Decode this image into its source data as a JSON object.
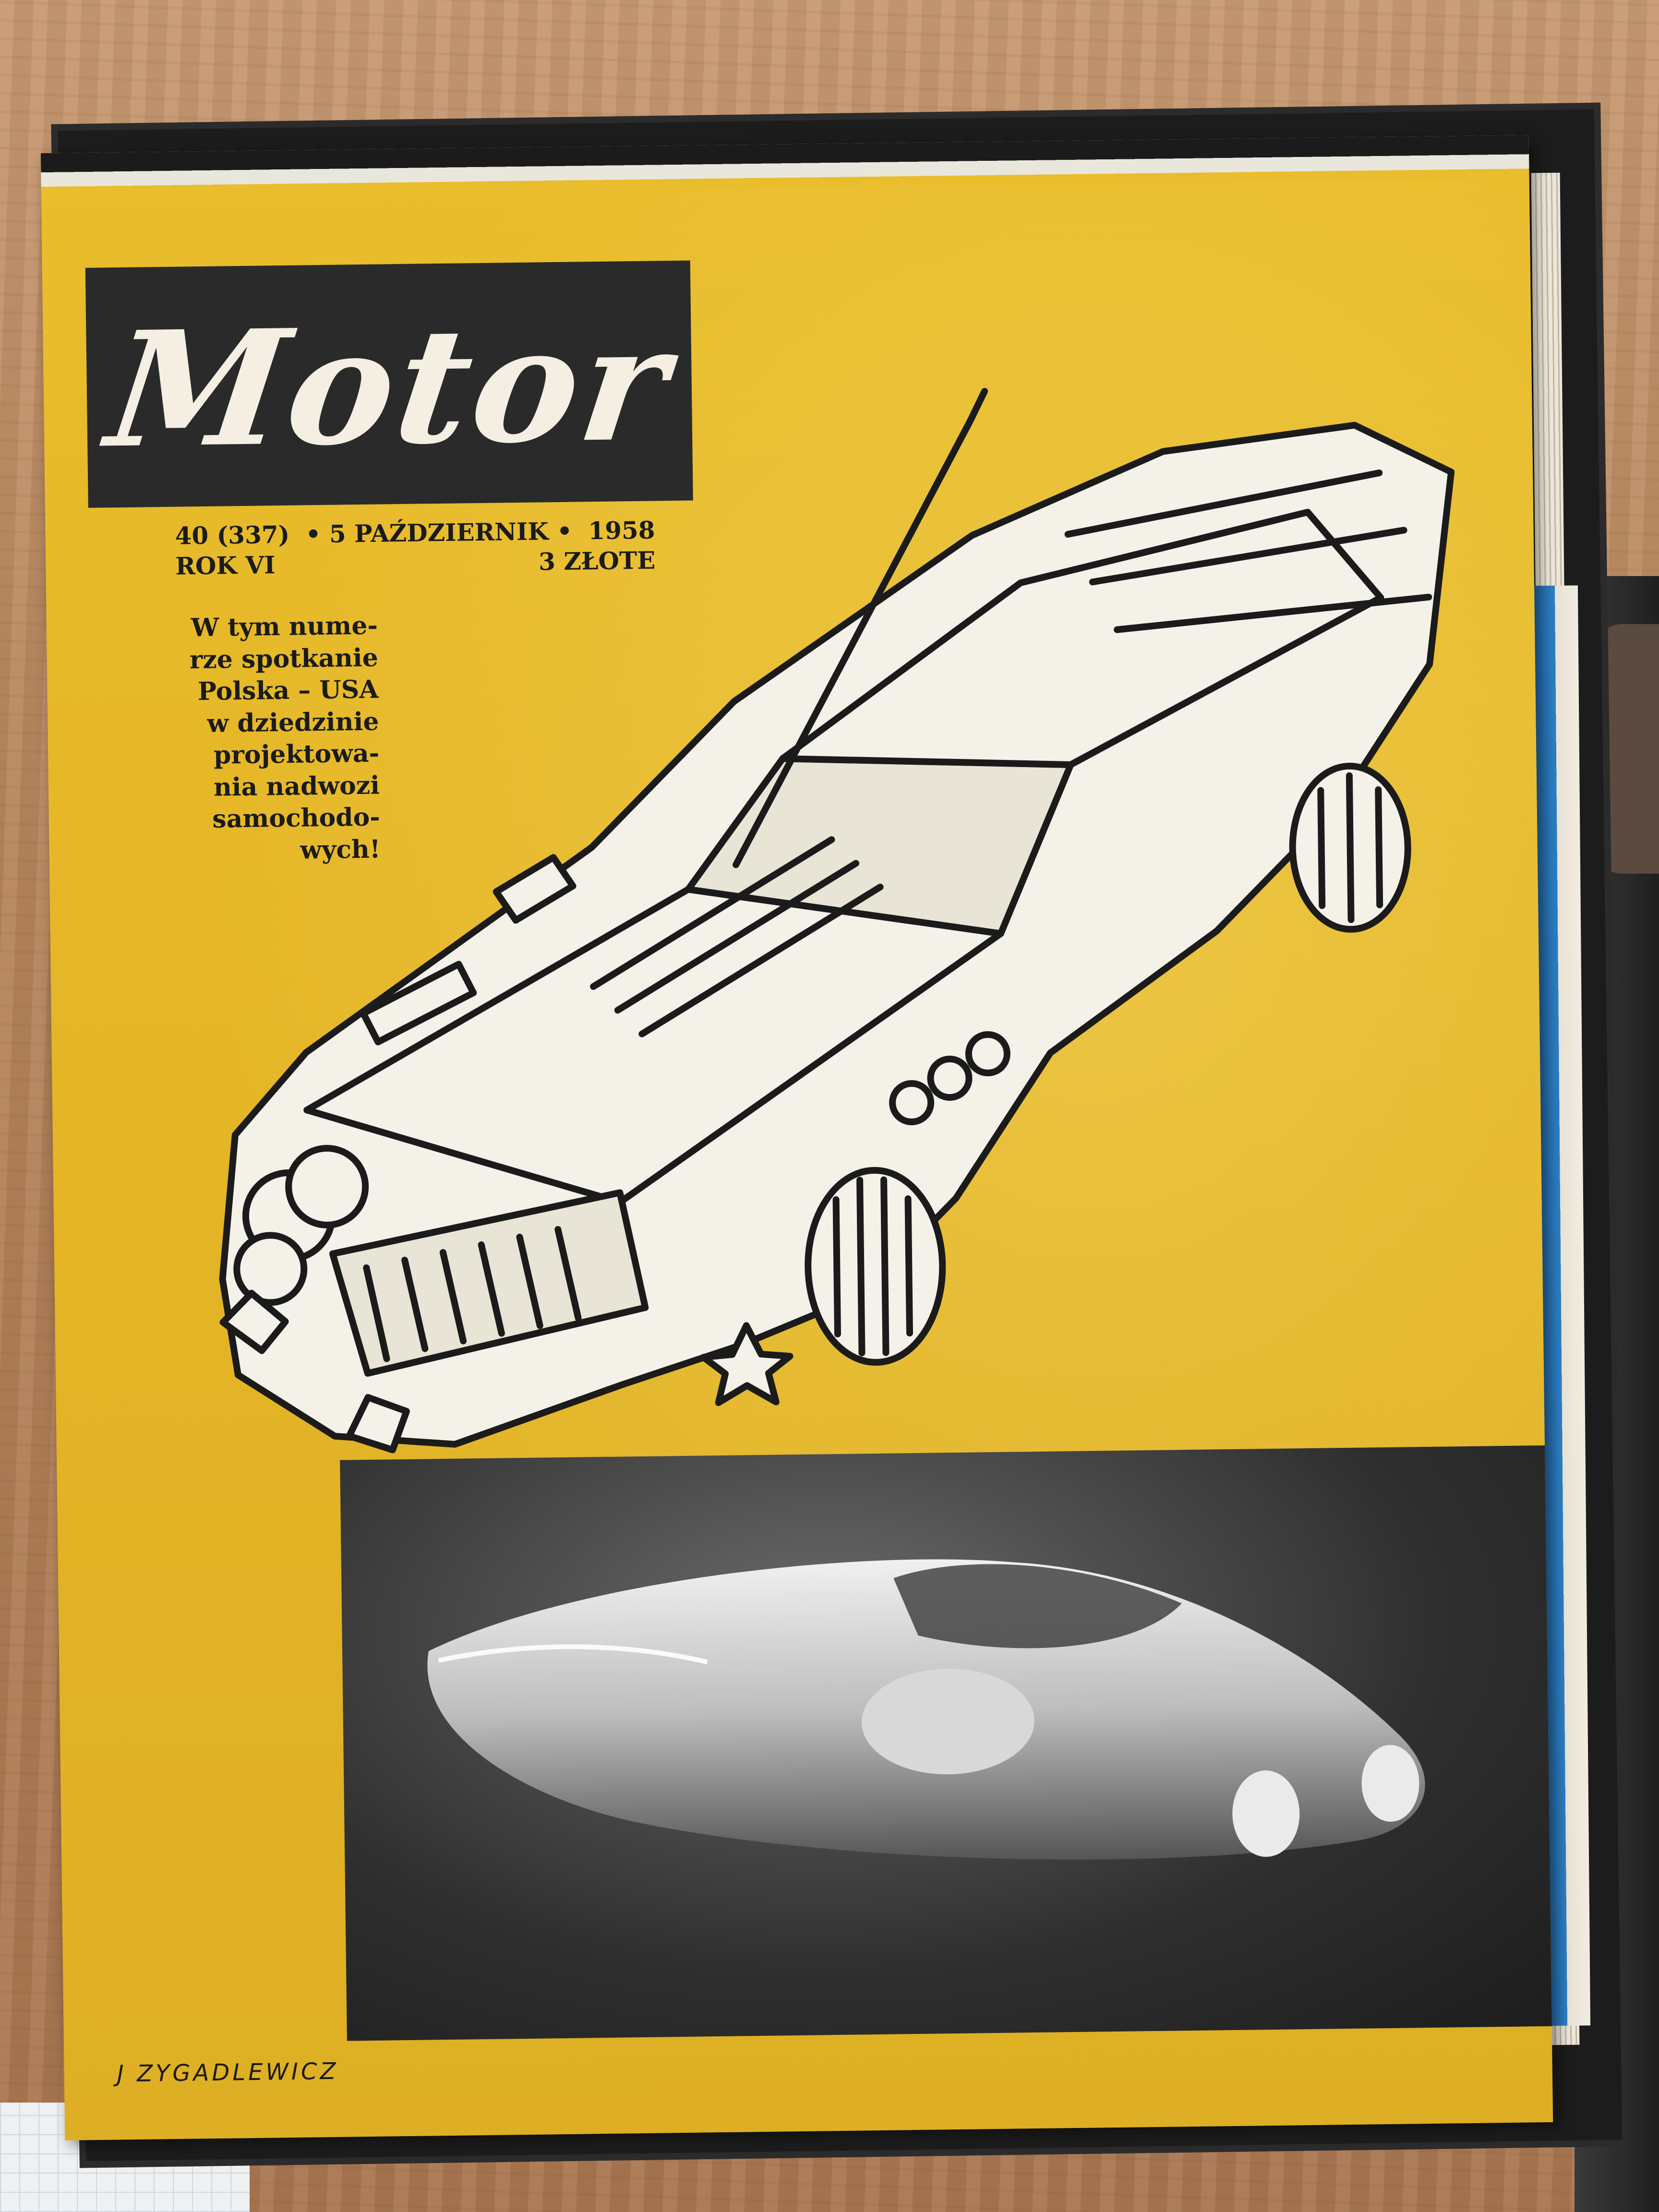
{
  "cover": {
    "masthead": "Motor",
    "issue_line_1_left": "40 (337)",
    "issue_line_1_mid": "• 5 PAŹDZIERNIK •",
    "issue_line_1_right": "1958",
    "issue_line_2_left": "ROK VI",
    "issue_line_2_right": "3 ZŁOTE",
    "blurb": "W tym nume-\nrze spotkanie\nPolska – USA\nw dziedzinie\nprojektowa-\nnia nadwozi\nsamochodo-\nwych!",
    "signature": "J ZYGADLEWICZ"
  },
  "colors": {
    "cover_yellow": "#e4b526",
    "masthead_box": "#2a2a2a",
    "ink": "#1b1b1b",
    "paper_white": "#f4efe2"
  },
  "icons": {
    "illustration": "caricature-car-drawing",
    "photo": "concept-car-photo"
  }
}
